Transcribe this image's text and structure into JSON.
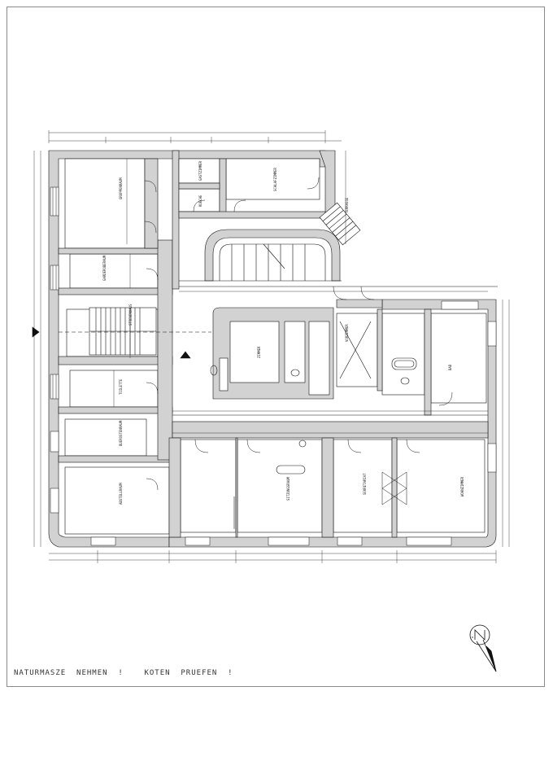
{
  "drawing": {
    "note_text": "NATURMASZE  NEHMEN  !    KOTEN  PRUEFEN  !",
    "north_label": "N"
  },
  "rooms": [
    {
      "id": "r1",
      "name": "GRUPPENRAUM"
    },
    {
      "id": "r2",
      "name": "GARDEROBERAUM"
    },
    {
      "id": "r3",
      "name": "TOILETTE"
    },
    {
      "id": "r4",
      "name": "BUEROSTENRAUM"
    },
    {
      "id": "r5",
      "name": "ABSTELLRAUM"
    },
    {
      "id": "r6",
      "name": "GASTZIMMER"
    },
    {
      "id": "r7",
      "name": "KUECHE"
    },
    {
      "id": "r8",
      "name": "BAD"
    },
    {
      "id": "r9",
      "name": "SCHLAFZIMMER"
    },
    {
      "id": "r10",
      "name": "TERRASSE"
    },
    {
      "id": "r11",
      "name": "ZIMMER"
    },
    {
      "id": "r12",
      "name": "SITZUNGSRAUM"
    },
    {
      "id": "r13",
      "name": "VORZIMMER"
    },
    {
      "id": "r14",
      "name": "SEKRETARIAT"
    },
    {
      "id": "r15",
      "name": "WOHNZIMMER"
    },
    {
      "id": "r16",
      "name": "STIEGENHAUS"
    }
  ],
  "colors": {
    "wall_fill": "#d2d2d2",
    "line": "#111111",
    "frame": "#8a8a8a"
  }
}
